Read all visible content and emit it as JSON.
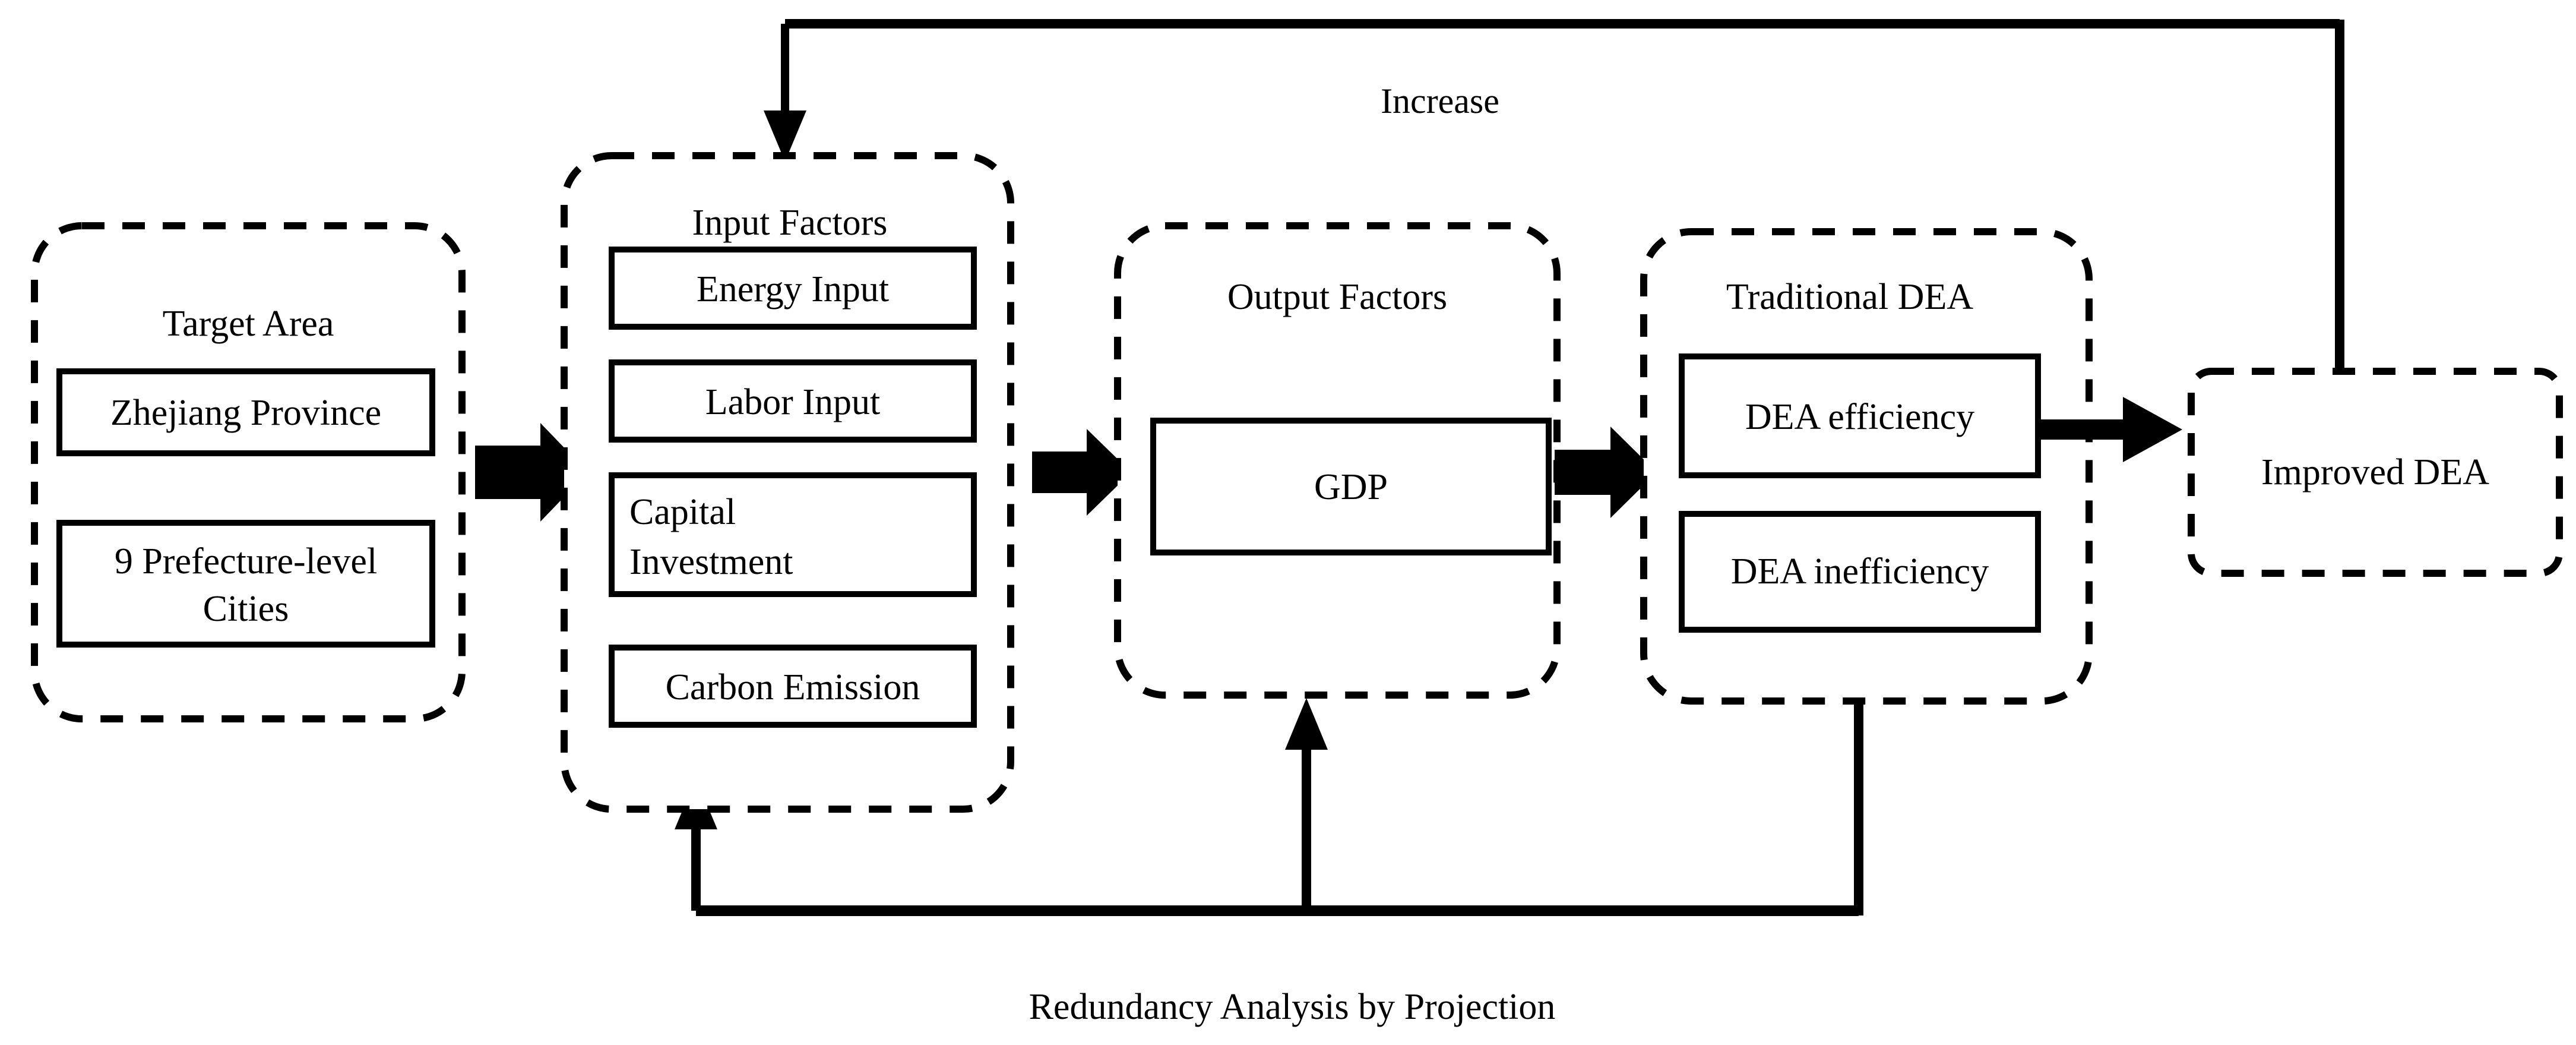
{
  "diagram": {
    "title_caption": "Redundancy Analysis by Projection",
    "groups": [
      {
        "id": "target-area",
        "label": "Target Area",
        "items": [
          {
            "label": "Zhejiang Province"
          },
          {
            "label": "9 Prefecture-level Cities",
            "line1": "9 Prefecture-level",
            "line2": "Cities"
          }
        ]
      },
      {
        "id": "input-factors",
        "label": "Input Factors",
        "items": [
          {
            "label": "Energy Input"
          },
          {
            "label": "Labor Input"
          },
          {
            "label": "Capital Investment",
            "line1": "Capital",
            "line2": "Investment"
          },
          {
            "label": "Carbon Emission"
          }
        ]
      },
      {
        "id": "output-factors",
        "label": "Output Factors",
        "items": [
          {
            "label": "GDP"
          }
        ]
      },
      {
        "id": "traditional-dea",
        "label": "Traditional DEA",
        "items": [
          {
            "label": "DEA efficiency"
          },
          {
            "label": "DEA inefficiency"
          }
        ]
      },
      {
        "id": "improved-dea",
        "label": "Improved DEA",
        "items": []
      }
    ],
    "edge_labels": [
      {
        "id": "increase",
        "label": "Increase"
      },
      {
        "id": "redundancy",
        "label": "Redundancy Analysis by Projection"
      }
    ],
    "colors": {
      "stroke": "#000000",
      "fill": "#ffffff",
      "background": "#ffffff"
    }
  }
}
